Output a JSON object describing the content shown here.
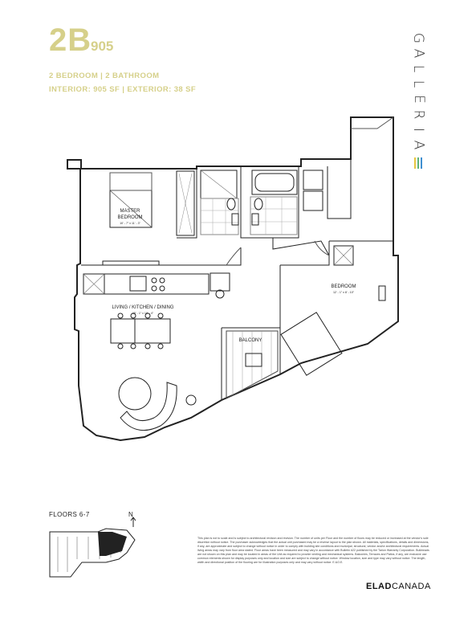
{
  "header": {
    "unit_code": "2B",
    "unit_size": "905",
    "bedrooms_baths": "2 BEDROOM | 2 BATHROOM",
    "areas": "INTERIOR: 905 SF | EXTERIOR: 38 SF"
  },
  "brand": {
    "name": "GALLERIA",
    "letters": [
      "G",
      "A",
      "L",
      "L",
      "E",
      "R",
      "I",
      "A"
    ],
    "bar_colors": [
      "#e8c640",
      "#5fb37a",
      "#3f8fd0"
    ]
  },
  "rooms": {
    "master_bedroom": {
      "name": "MASTER",
      "name2": "BEDROOM",
      "dims": "10' - 7\" x 11' - 3\""
    },
    "bedroom": {
      "name": "BEDROOM",
      "dims": "12' - 1\" x 8' - 10\""
    },
    "living": {
      "name": "LIVING / KITCHEN / DINING",
      "dims": "15' - 1\" x 18' - 4\""
    },
    "balcony": {
      "name": "BALCONY"
    }
  },
  "footer": {
    "floors": "FLOORS 6-7",
    "north": "N",
    "disclaimer": "This plan is not to scale and is subject to architectural revision and revision. The number of units per Floor and the number of floors may be reduced or increased at the vendor's sole discretion without notice. The purchaser acknowledges that the actual unit purchased may be a reverse layout to the plan shown. All materials, specifications, details and dimensions, if any, are approximate and subject to change without notice in order to comply with building site conditions and municipal, structural, vendor and/or architectural requirements. Actual living areas may vary from floor area stated. Floor areas have been measured and may vary in accordance with Bulletin #22 published by the Tarion Warranty Corporation. Bulkheads are not shown on this plan and may be located in areas of the Unit as required to provide venting and mechanical systems. Balconies, Terraces and Patios, if any, are exclusive use common elements shown for display purposes only and location and size are subject to change without notice. Window location, size and type may vary without notice. The length, width and directional position of the flooring are for illustration purposes only and may vary without notice. E.&O.E.",
    "developer_bold": "ELAD",
    "developer_rest": "CANADA"
  }
}
